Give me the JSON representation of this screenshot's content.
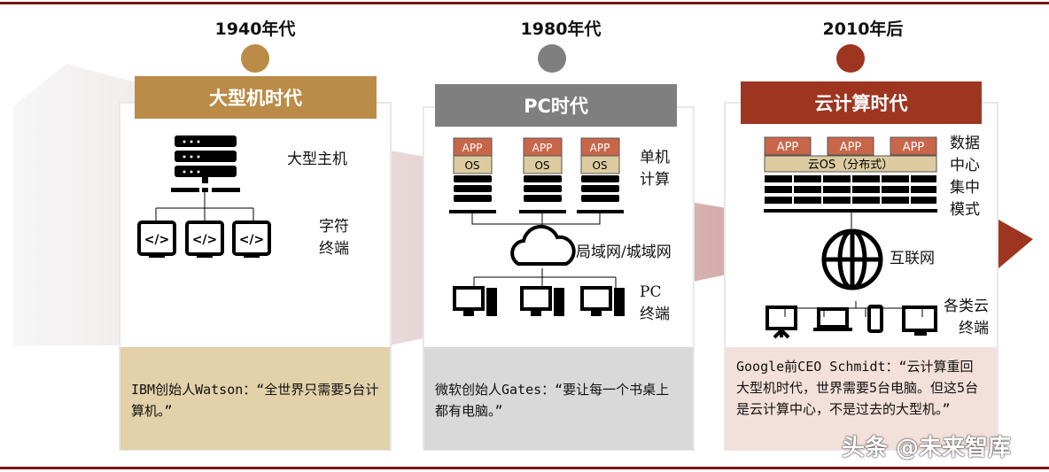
{
  "eras": [
    {
      "year": "1940年代",
      "title": "大型机时代",
      "color": "#bb8c47",
      "labels": [
        "大型主机",
        "字符终端"
      ],
      "quote": "IBM创始人Watson：“全世界只需要5台计算机。”",
      "quote_bg": "#e2d1a9"
    },
    {
      "year": "1980年代",
      "title": "PC时代",
      "color": "#7f7f7f",
      "labels": [
        "单机计算",
        "局域网/城域网",
        "PC终端"
      ],
      "stack": {
        "app": "APP",
        "os": "OS"
      },
      "quote": "微软创始人Gates：“要让每一个书桌上都有电脑。”",
      "quote_bg": "#d9d9d9"
    },
    {
      "year": "2010年后",
      "title": "云计算时代",
      "color": "#9e3520",
      "labels": [
        "数据中心集中模式",
        "互联网",
        "各类云终端"
      ],
      "stack": {
        "app": "APP",
        "os": "云OS（分布式）"
      },
      "quote": "Google前CEO Schmidt：“云计算重回大型机时代，世界需要5台电脑。但这5台是云计算中心，不是过去的大型机。”",
      "quote_bg": "#f3e0da"
    }
  ],
  "watermark": "头条 @未来智库"
}
